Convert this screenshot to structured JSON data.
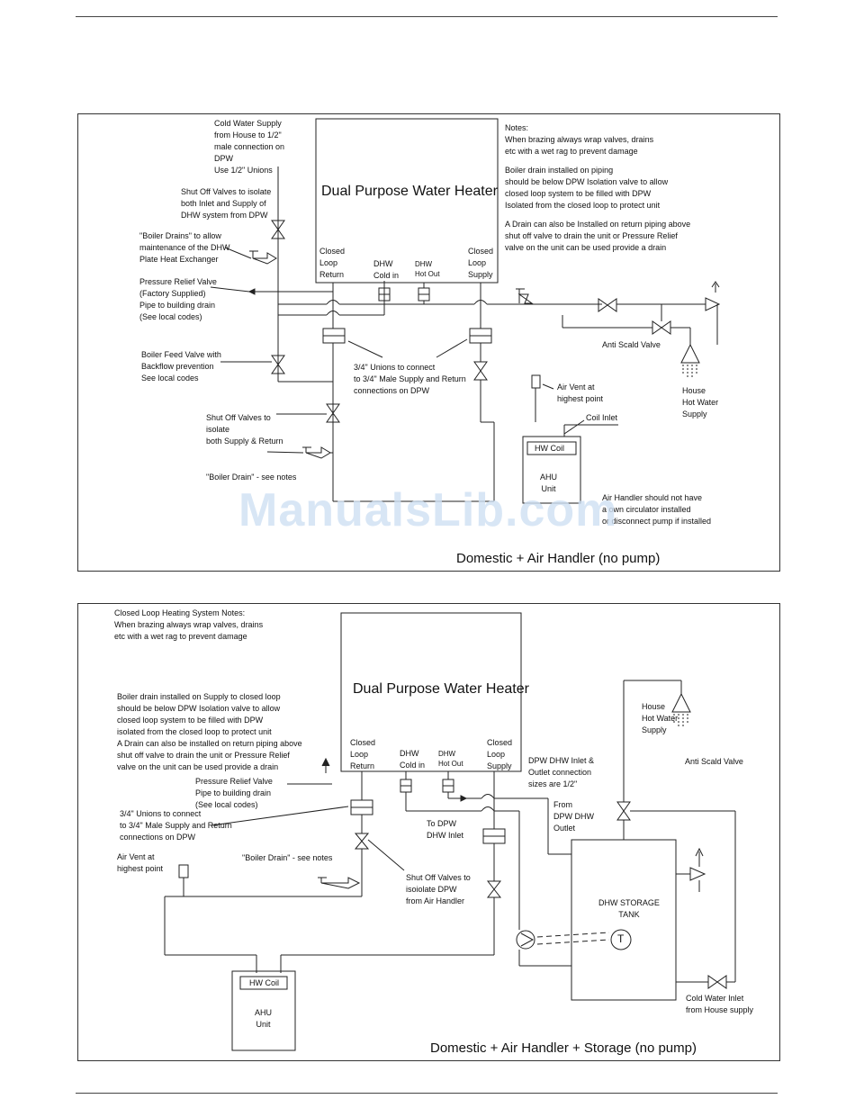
{
  "watermark": "ManualsLib.com",
  "diagram1": {
    "heater_title": "Dual Purpose Water Heater",
    "caption": "Domestic + Air Handler (no pump)",
    "notes": "Notes:\nWhen brazing always wrap valves, drains\netc with a wet rag to prevent damage",
    "note2": "Boiler drain installed on piping\nshould be below DPW Isolation valve to allow\nclosed loop system to be filled with DPW\nIsolated from the closed loop to protect unit",
    "note3": "A Drain can also be Installed on return piping above\nshut off valve to drain the unit or Pressure Relief\nvalve on the unit can be used provide a drain",
    "cold_water_supply": "Cold Water Supply\nfrom House to 1/2\"\nmale connection on\nDPW\nUse 1/2\" Unions",
    "shut_off_inlet": "Shut Off Valves to isolate\nboth Inlet and Supply of\nDHW system from DPW",
    "boiler_drains": "\"Boiler Drains\" to allow\nmaintenance of the DHW\nPlate Heat Exchanger",
    "prv": "Pressure Relief Valve\n(Factory Supplied)\nPipe to building drain\n(See local codes)",
    "boiler_feed": "Boiler Feed Valve with\nBackflow prevention\nSee local codes",
    "unions": "3/4\" Unions to connect\nto 3/4\" Male Supply and Return\nconnections on DPW",
    "shut_off_supply_return": "Shut Off Valves to\nisolate\nboth Supply & Return",
    "boiler_drain_notes": "\"Boiler Drain\" - see  notes",
    "closed_loop_return": "Closed\nLoop\nReturn",
    "dhw_cold_in": "DHW\nCold in",
    "dhw_hot_out": "DHW\nHot Out",
    "closed_loop_supply": "Closed\nLoop\nSupply",
    "anti_scald": "Anti Scald Valve",
    "house_hot_water": "House\nHot Water\nSupply",
    "air_vent": "Air Vent at\nhighest point",
    "coil_inlet": "Coil Inlet",
    "hw_coil": "HW Coil",
    "ahu_unit": "AHU\nUnit",
    "air_handler_note": "Air Handler should not have\na own circulator installed\nor disconnect pump if installed"
  },
  "diagram2": {
    "heater_title": "Dual Purpose Water Heater",
    "caption": "Domestic + Air Handler + Storage (no pump)",
    "notes": "Closed Loop Heating System Notes:\nWhen brazing always wrap valves, drains\netc with a wet rag to prevent damage",
    "note2": "Boiler drain installed on Supply to closed loop\nshould be below DPW Isolation valve to allow\nclosed loop system to be filled with DPW\nisolated from the closed loop to protect unit\nA Drain can also be installed on return piping above\nshut off valve to drain the unit or Pressure Relief\nvalve on the unit can be used provide a drain",
    "prv": "Pressure Relief Valve\nPipe to building drain\n(See local codes)",
    "unions": "3/4\" Unions to connect\nto 3/4\" Male Supply and Return\nconnections on DPW",
    "air_vent": "Air Vent at\nhighest point",
    "boiler_drain_notes": "\"Boiler Drain\" - see  notes",
    "closed_loop_return": "Closed\nLoop\nReturn",
    "dhw_cold_in": "DHW\nCold in",
    "dhw_hot_out": "DHW\nHot Out",
    "closed_loop_supply": "Closed\nLoop\nSupply",
    "to_dpw_inlet": "To DPW\nDHW Inlet",
    "shut_off_isolate": "Shut Off Valves to\nisoiolate DPW\nfrom Air Handler",
    "dpw_sizes": "DPW DHW Inlet &\nOutlet connection\nsizes are 1/2\"",
    "from_dpw_outlet": "From\nDPW DHW\nOutlet",
    "house_hot_water": "House\nHot Water\nSupply",
    "anti_scald": "Anti Scald Valve",
    "storage_tank": "DHW STORAGE\nTANK",
    "cold_water_inlet": "Cold Water Inlet\nfrom House supply",
    "hw_coil": "HW Coil",
    "ahu_unit": "AHU\nUnit",
    "thermostat": "T"
  }
}
